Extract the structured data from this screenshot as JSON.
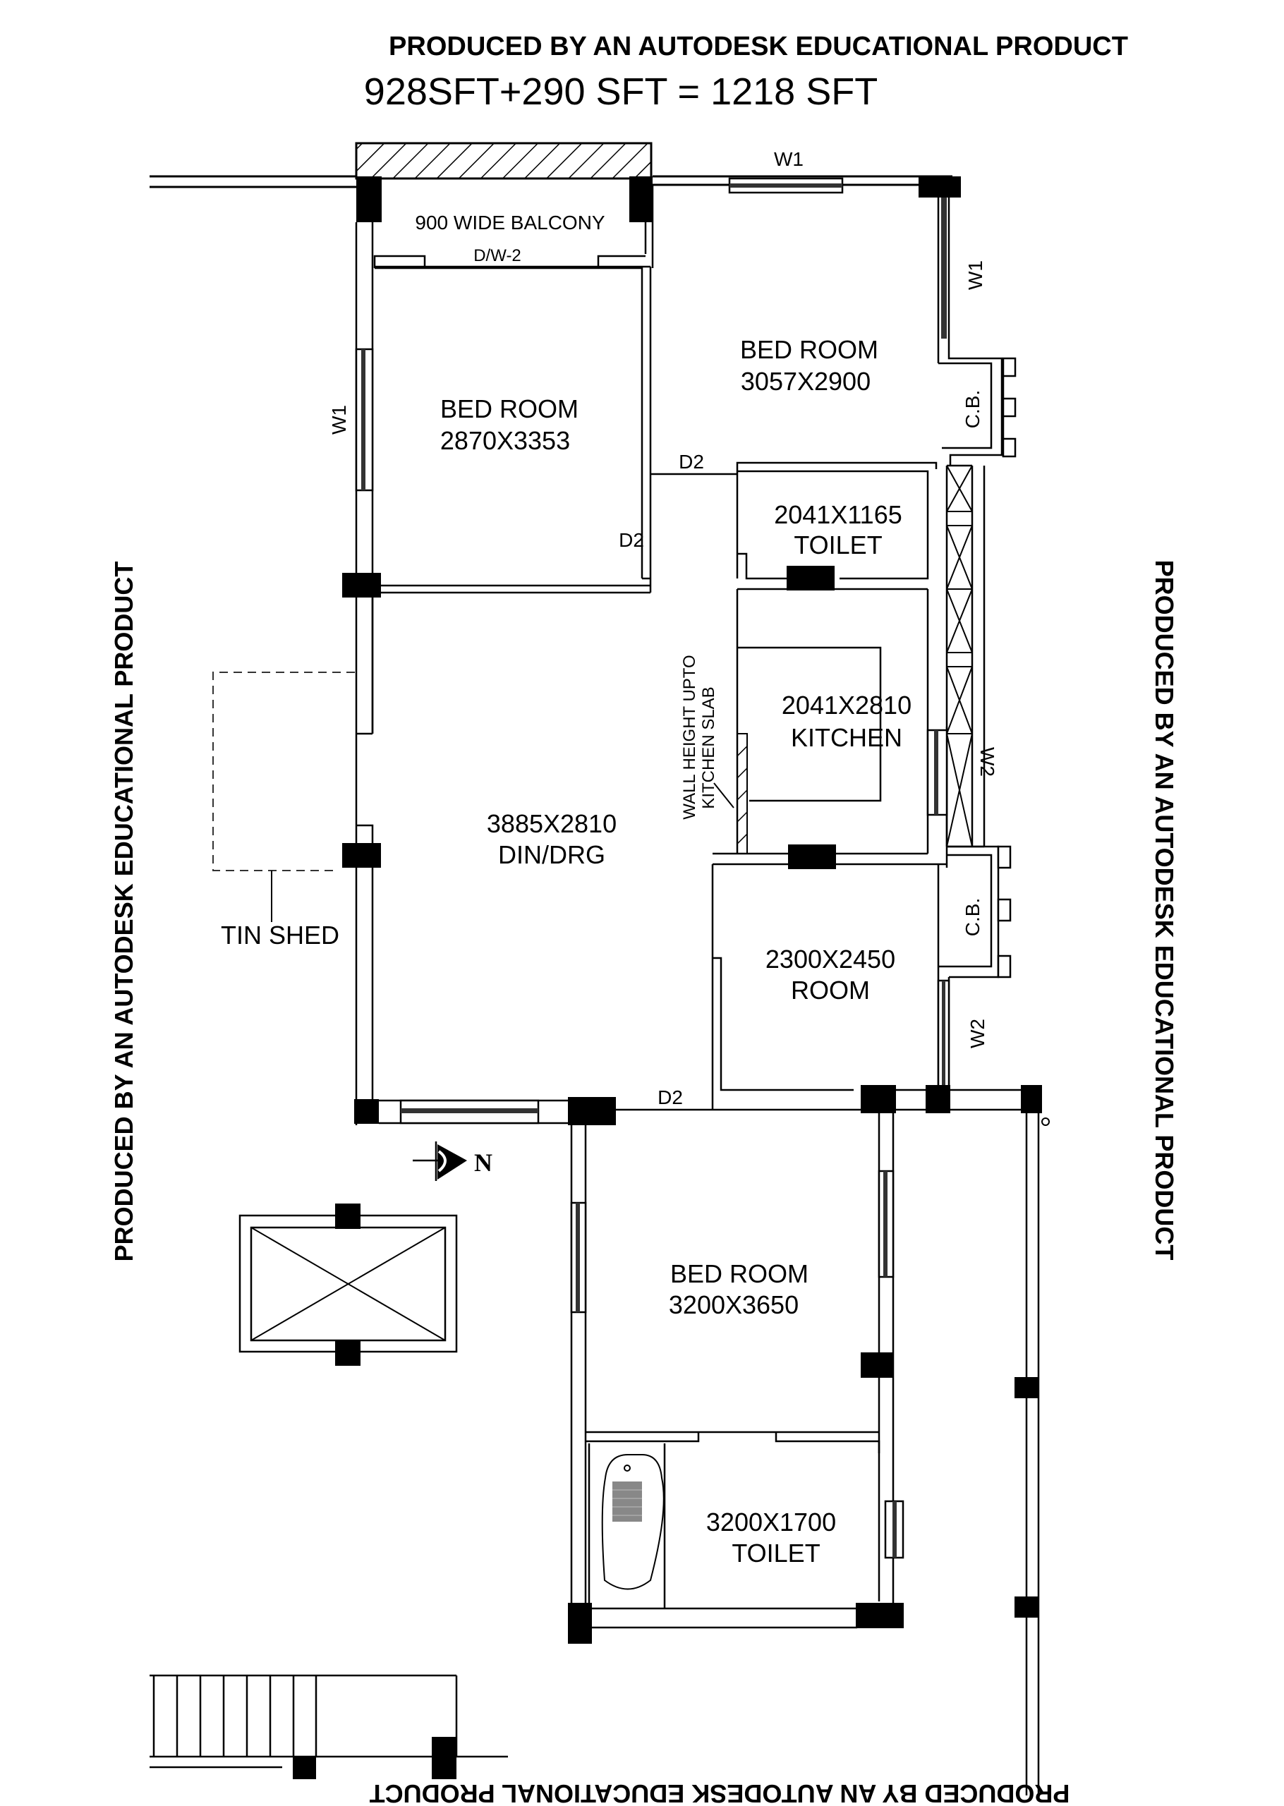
{
  "header": {
    "watermark": "PRODUCED BY AN AUTODESK EDUCATIONAL PRODUCT",
    "area_summary": "928SFT+290 SFT = 1218 SFT"
  },
  "watermarks": {
    "left": "PRODUCED BY AN AUTODESK EDUCATIONAL PRODUCT",
    "right": "PRODUCED BY AN AUTODESK EDUCATIONAL PRODUCT",
    "bottom": "PRODUCED BY AN AUTODESK EDUCATIONAL PRODUCT"
  },
  "rooms": {
    "balcony": {
      "name": "900 WIDE  BALCONY",
      "door": "D/W-2"
    },
    "bedroom_1": {
      "name": "BED ROOM",
      "size": "2870X3353"
    },
    "bedroom_2": {
      "name": "BED ROOM",
      "size": "3057X2900"
    },
    "toilet_1": {
      "size": "2041X1165",
      "name": "TOILET"
    },
    "kitchen": {
      "size": "2041X2810",
      "name": "KITCHEN"
    },
    "din_drg": {
      "size": "3885X2810",
      "name": "DIN/DRG"
    },
    "room": {
      "size": "2300X2450",
      "name": "ROOM"
    },
    "bedroom_3": {
      "name": "BED ROOM",
      "size": "3200X3650"
    },
    "toilet_2": {
      "size": "3200X1700",
      "name": "TOILET"
    }
  },
  "annotations": {
    "w1_top": "W1",
    "w1_right": "W1",
    "w1_left": "W1",
    "w2_kitchen": "W2",
    "w2_room": "W2",
    "cb_upper": "C.B.",
    "cb_lower": "C.B.",
    "d2_bed1": "D2",
    "d2_bed2": "D2",
    "d2_bottom": "D2",
    "kitchen_wall_note_line1": "WALL HEIGHT UPTO",
    "kitchen_wall_note_line2": "KITCHEN SLAB",
    "tin_shed": "TIN SHED",
    "north": "N"
  },
  "colors": {
    "line": "#000000",
    "background": "#ffffff",
    "glass": "#333333"
  }
}
